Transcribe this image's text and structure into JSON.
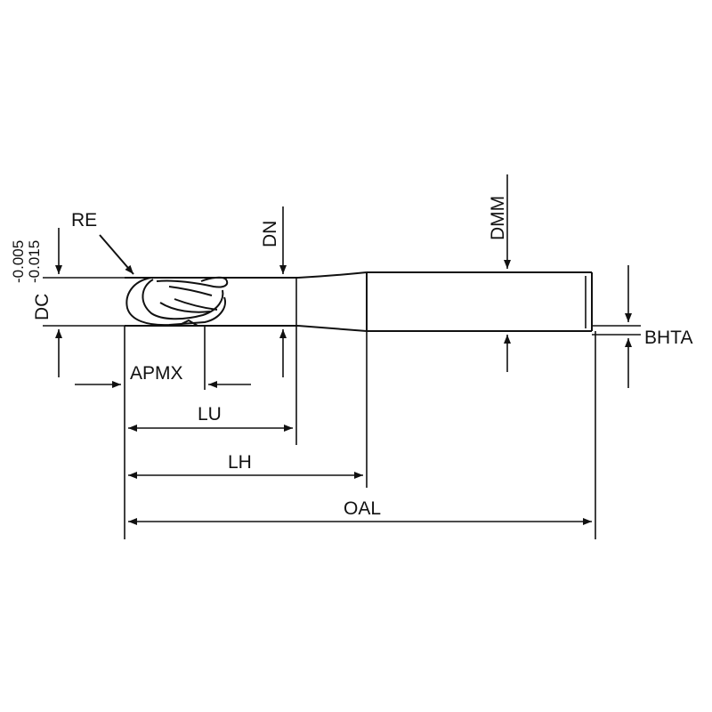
{
  "colors": {
    "line": "#111111",
    "background": "#ffffff"
  },
  "labels": {
    "re": "RE",
    "dn": "DN",
    "dmm": "DMM",
    "dc": "DC",
    "tol_upper": "-0.005",
    "tol_lower": "-0.015",
    "bhta": "BHTA",
    "apmx": "APMX",
    "lu": "LU",
    "lh": "LH",
    "oal": "OAL"
  }
}
